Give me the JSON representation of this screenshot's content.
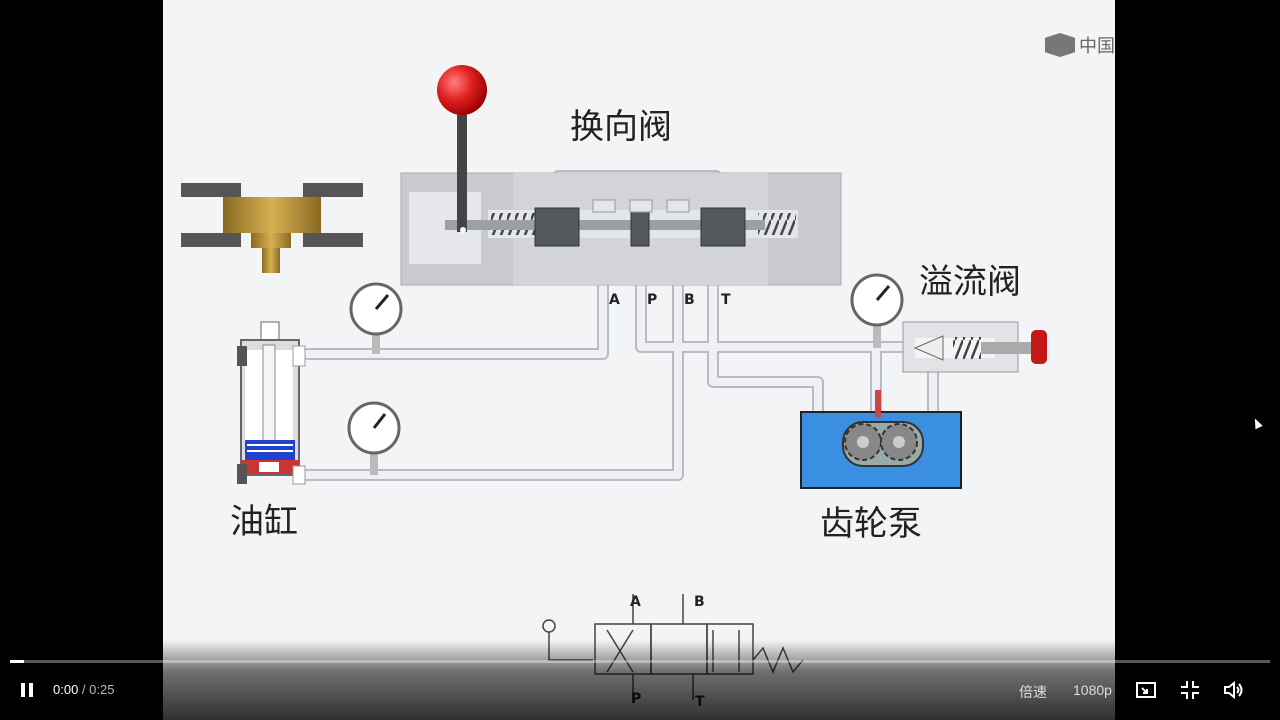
{
  "diagram": {
    "valve_title": "换向阀",
    "relief_title": "溢流阀",
    "cylinder_title": "油缸",
    "pump_title": "齿轮泵",
    "ports": [
      "A",
      "P",
      "B",
      "T"
    ],
    "symbol_ports": {
      "a": "A",
      "b": "B",
      "p": "P",
      "t": "T"
    }
  },
  "watermark": {
    "logo_text": "中国"
  },
  "player": {
    "current_time": "0:00",
    "separator": " / ",
    "duration": "0:25",
    "speed_label": "倍速",
    "quality_label": "1080p",
    "progress": 0.0,
    "state": "playing"
  },
  "colors": {
    "pump_blue": "#3b8fe0",
    "knob_red": "#e02020",
    "brass": "#b8902e",
    "pipe": "#e6e8ec"
  }
}
